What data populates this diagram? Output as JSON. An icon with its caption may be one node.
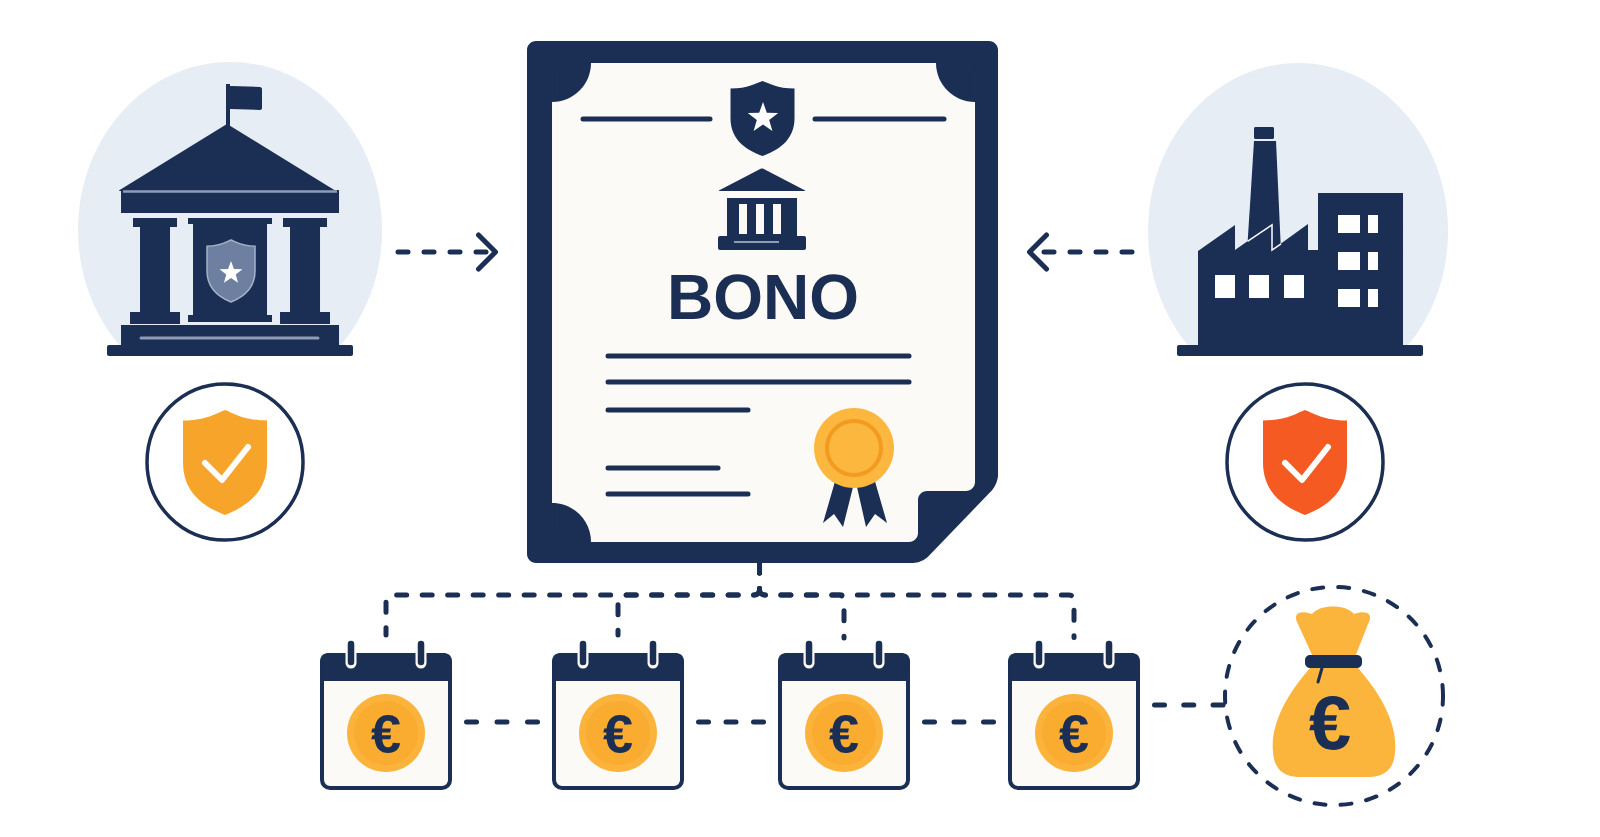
{
  "diagram": {
    "nodes": [
      {
        "text": [],
        "shape": "picture"
      },
      {
        "text": [
          "BONO"
        ]
      },
      {
        "text": [],
        "shape": "picture"
      },
      {
        "text": [
          "€"
        ]
      },
      {
        "text": [
          "€"
        ]
      },
      {
        "text": [
          "€"
        ]
      },
      {
        "text": [
          "€"
        ]
      },
      {
        "text": [
          "€"
        ]
      }
    ],
    "edges": [
      {
        "from": 0,
        "to": 1,
        "arrow": "to",
        "style": "dashed"
      },
      {
        "from": 2,
        "to": 1,
        "arrow": "to",
        "style": "dashed"
      },
      {
        "from": 1,
        "to": 3,
        "arrow": "none",
        "style": "dashed"
      },
      {
        "from": 1,
        "to": 4,
        "arrow": "none",
        "style": "dashed"
      },
      {
        "from": 1,
        "to": 5,
        "arrow": "none",
        "style": "dashed"
      },
      {
        "from": 1,
        "to": 6,
        "arrow": "none",
        "style": "dashed"
      },
      {
        "from": 3,
        "to": 4,
        "arrow": "none",
        "style": "dashed"
      },
      {
        "from": 4,
        "to": 5,
        "arrow": "none",
        "style": "dashed"
      },
      {
        "from": 5,
        "to": 6,
        "arrow": "none",
        "style": "dashed"
      },
      {
        "from": 6,
        "to": 7,
        "arrow": "none",
        "style": "dashed"
      }
    ]
  }
}
